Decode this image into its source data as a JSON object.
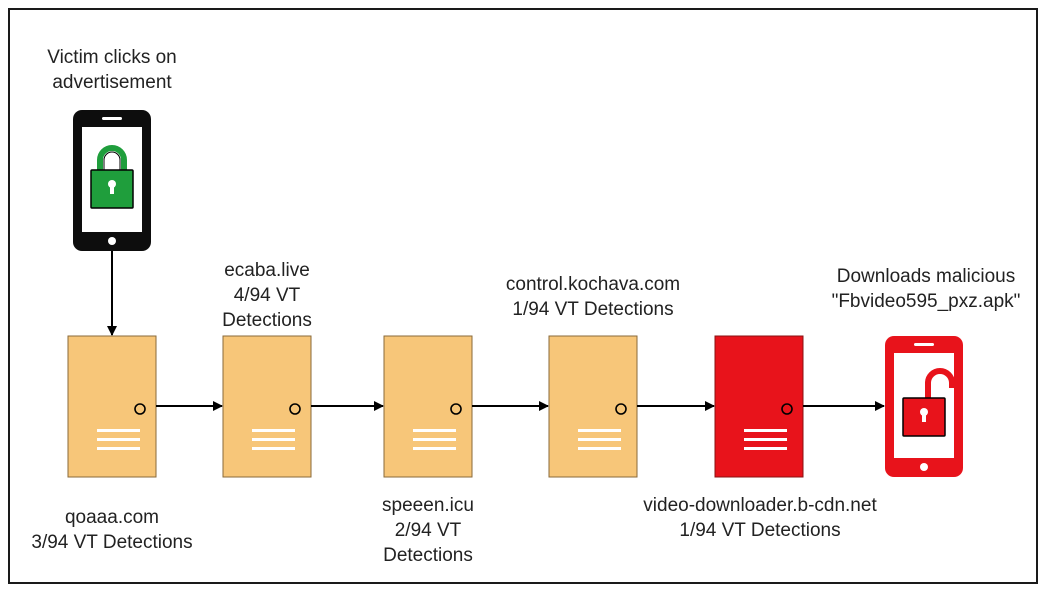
{
  "victim_label": [
    "Victim clicks on",
    "advertisement"
  ],
  "nodes": [
    {
      "id": "qoaaa",
      "lines": [
        "qoaaa.com",
        "3/94 VT Detections"
      ],
      "malicious": false
    },
    {
      "id": "ecaba",
      "lines": [
        "ecaba.live",
        "4/94 VT",
        "Detections"
      ],
      "malicious": false
    },
    {
      "id": "speeen",
      "lines": [
        "speeen.icu",
        "2/94 VT",
        "Detections"
      ],
      "malicious": false
    },
    {
      "id": "kochava",
      "lines": [
        "control.kochava.com",
        "1/94 VT Detections"
      ],
      "malicious": false
    },
    {
      "id": "bcdn",
      "lines": [
        "video-downloader.b-cdn.net",
        "1/94 VT Detections"
      ],
      "malicious": true
    }
  ],
  "download_label": [
    "Downloads malicious",
    "\"Fbvideo595_pxz.apk\""
  ],
  "colors": {
    "server_fill": "#f7c679",
    "server_stroke": "#8a6a3a",
    "malicious_fill": "#e8131b",
    "malicious_stroke": "#8a1010",
    "phone_body": "#0d0d0d",
    "lock_green": "#1f9e3c",
    "lock_red": "#e8131b",
    "arrow": "#000000",
    "border": "#1a1a1a"
  },
  "icons": [
    "smartphone-locked-icon",
    "server-icon",
    "smartphone-unlocked-icon"
  ]
}
